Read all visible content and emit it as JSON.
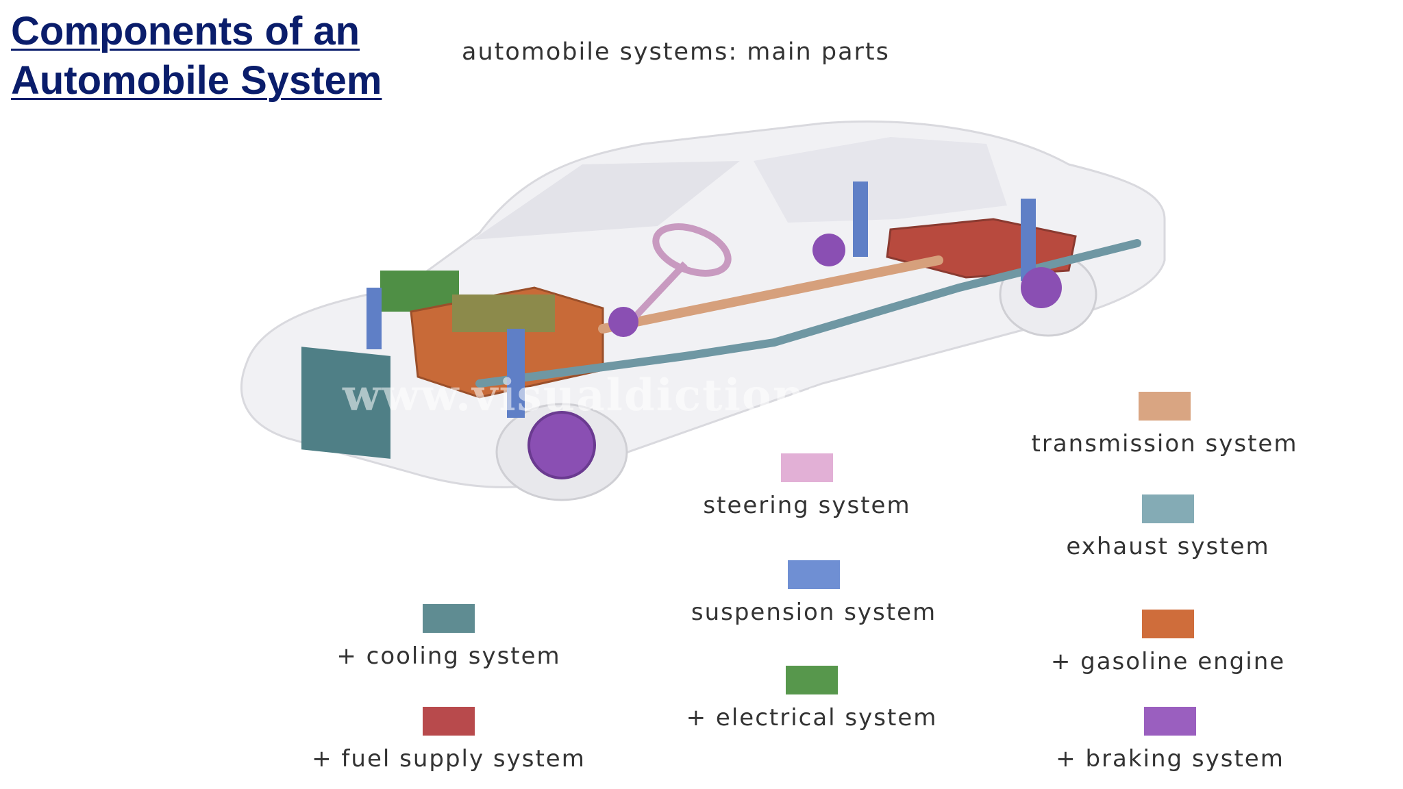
{
  "slide": {
    "title_line1": "Components of an",
    "title_line2": "Automobile System"
  },
  "diagram": {
    "caption": "automobile systems: main parts",
    "watermark": "www.visualdictionaryonline.com"
  },
  "legend": [
    {
      "label": "transmission system",
      "color": "#d9a582"
    },
    {
      "label": "steering system",
      "color": "#e2b0d6"
    },
    {
      "label": "exhaust system",
      "color": "#84abb5"
    },
    {
      "label": "suspension system",
      "color": "#6f8fd3"
    },
    {
      "label": "+ cooling system",
      "color": "#5f8c92"
    },
    {
      "label": "+ gasoline engine",
      "color": "#cf6d3b"
    },
    {
      "label": "+ electrical system",
      "color": "#57974c"
    },
    {
      "label": "+ fuel supply system",
      "color": "#b84a4c"
    },
    {
      "label": "+ braking system",
      "color": "#9a5fbf"
    }
  ]
}
